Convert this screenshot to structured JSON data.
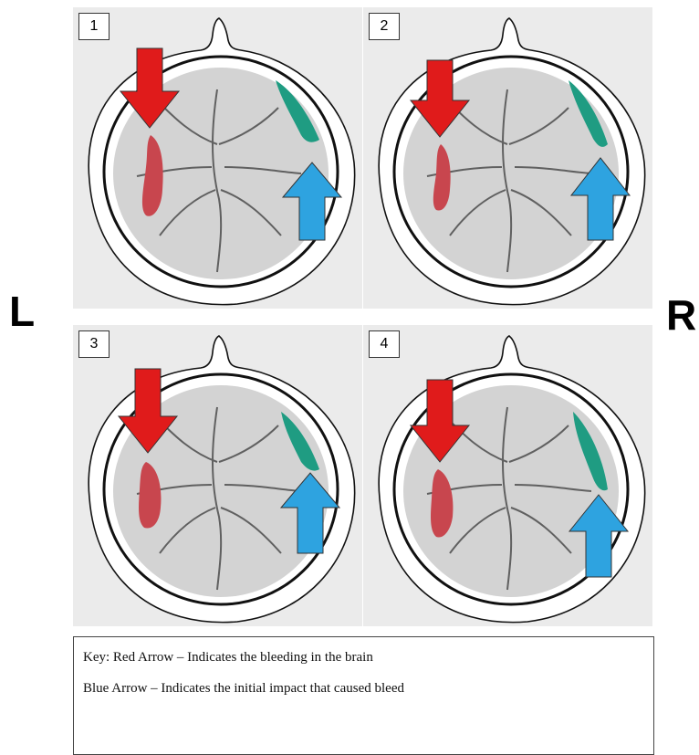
{
  "side_labels": {
    "left": "L",
    "right": "R"
  },
  "panels": [
    {
      "number": "1"
    },
    {
      "number": "2"
    },
    {
      "number": "3"
    },
    {
      "number": "4"
    }
  ],
  "key": {
    "line1": "Key: Red Arrow – Indicates the bleeding in the brain",
    "line2": "Blue Arrow – Indicates the initial impact that caused bleed"
  },
  "colors": {
    "red_arrow": "#e01b1b",
    "blue_arrow": "#2ea3e0",
    "bleed": "#c8464e",
    "impact_region": "#1f9c82",
    "panel_bg": "#ebebeb"
  }
}
